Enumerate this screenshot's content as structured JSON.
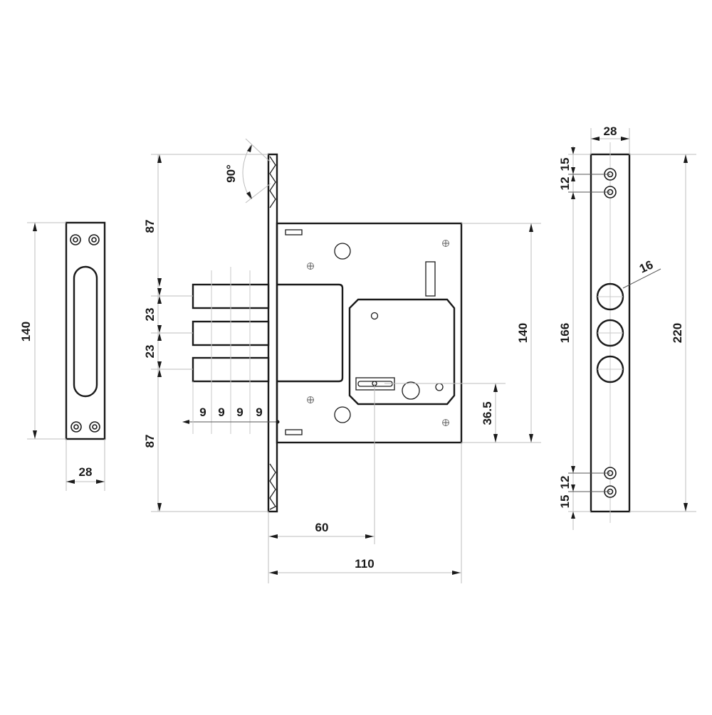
{
  "drawing": {
    "title": "Mortise lock technical drawing",
    "strike_plate": {
      "height_label": "140",
      "width_label": "28"
    },
    "lock_body": {
      "angle_label": "90°",
      "top_offset_label": "87",
      "bottom_offset_label": "87",
      "bolt_spacing_labels": [
        "23",
        "23"
      ],
      "bolt_throw_labels": [
        "9",
        "9",
        "9",
        "9"
      ],
      "case_height_label": "140",
      "cylinder_height_label": "36.5",
      "backset_label": "60",
      "case_depth_label": "110"
    },
    "faceplate": {
      "width_label": "28",
      "top_hole_spacings": [
        "15",
        "12"
      ],
      "bottom_hole_spacings": [
        "12",
        "15"
      ],
      "hole_span_label": "166",
      "overall_height_label": "220",
      "bolt_hole_diameter_label": "16"
    }
  }
}
